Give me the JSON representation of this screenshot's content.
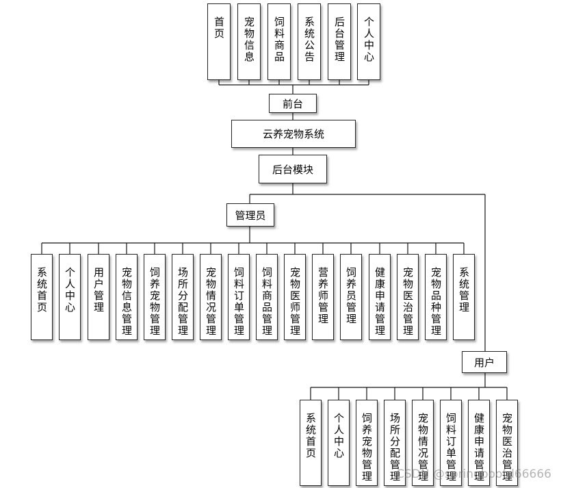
{
  "front": {
    "root": "前台",
    "items": [
      "首页",
      "宠物信息",
      "饲料商品",
      "系统公告",
      "后台管理",
      "个人中心"
    ]
  },
  "system": "云养宠物系统",
  "backend": "后台模块",
  "admin": {
    "label": "管理员",
    "items": [
      "系统首页",
      "个人中心",
      "用户管理",
      "宠物信息管理",
      "饲养宠物管理",
      "场所分配管理",
      "宠物情况管理",
      "饲料订单管理",
      "饲料商品管理",
      "宠物医师管理",
      "营养师管理",
      "饲养员管理",
      "健康申请管理",
      "宠物医治管理",
      "宠物品种管理",
      "系统管理"
    ]
  },
  "user": {
    "label": "用户",
    "items": [
      "系统首页",
      "个人中心",
      "饲养宠物管理",
      "场所分配管理",
      "宠物情况管理",
      "饲料订单管理",
      "健康申请管理",
      "宠物医治管理"
    ]
  },
  "watermark": "CSDN @springbootd66666"
}
